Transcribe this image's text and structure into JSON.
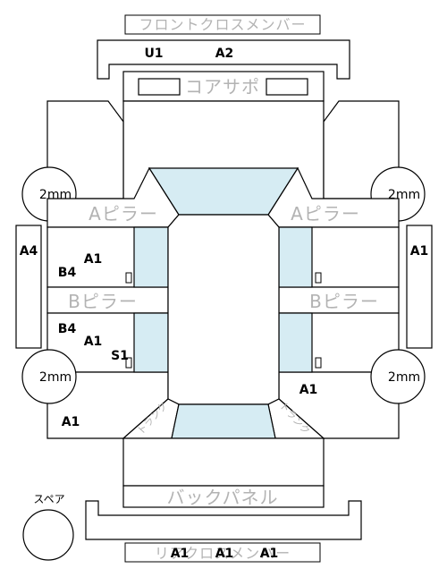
{
  "parts": {
    "front_cross_member": "フロントクロスメンバー",
    "core_support": "コアサポ",
    "a_pillar_left": "Aピラー",
    "a_pillar_right": "Aピラー",
    "b_pillar_left": "Bピラー",
    "b_pillar_right": "Bピラー",
    "back_panel": "バックパネル",
    "rear_cross_member": "リアクロスメンバー",
    "spare": "スペア",
    "trunk_left": "トランク",
    "trunk_right": "トランク"
  },
  "wheels": {
    "front_left": "2mm",
    "front_right": "2mm",
    "rear_left": "2mm",
    "rear_right": "2mm"
  },
  "codes": {
    "front_member_1": "U1",
    "front_member_2": "A2",
    "left_side": "A4",
    "right_side": "A1",
    "front_left_door_1": "A1",
    "front_left_door_2": "B4",
    "rear_left_door_1": "B4",
    "rear_left_door_2": "A1",
    "rear_left_door_3": "S1",
    "rear_right_door": "A1",
    "rear_left_quarter": "A1",
    "rear_member_1": "A1",
    "rear_member_2": "A1",
    "rear_member_3": "A1"
  },
  "colors": {
    "glass": "#d6ecf3",
    "outline": "#000000",
    "part_label": "#b3b3b3"
  }
}
